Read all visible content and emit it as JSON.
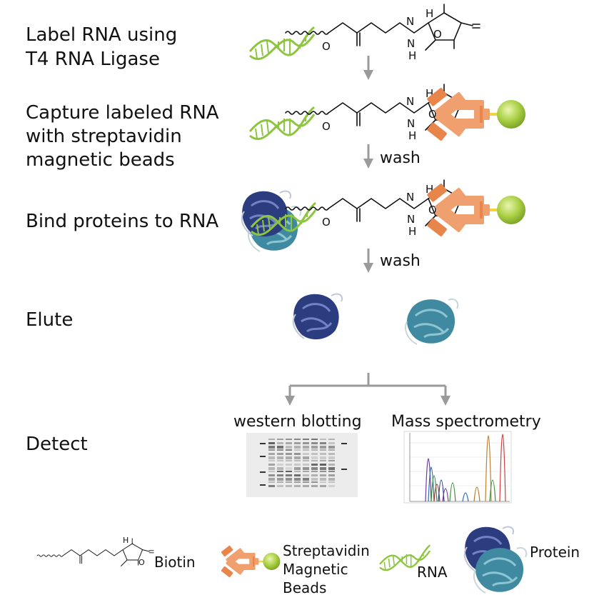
{
  "steps": [
    {
      "label_line1": "Label RNA using",
      "label_line2": "T4 RNA Ligase"
    },
    {
      "label_line1": "Capture labeled RNA",
      "label_line2": "with streptavidin",
      "label_line3": "magnetic beads"
    },
    {
      "label_line1": "Bind proteins to RNA"
    },
    {
      "label_line1": "Elute"
    },
    {
      "label_line1": "Detect"
    }
  ],
  "arrow_labels": {
    "wash_1": "wash",
    "wash_2": "wash"
  },
  "detect": {
    "western_title": "western blotting",
    "mass_title": "Mass spectrometry"
  },
  "legend": {
    "biotin": "Biotin",
    "beads_line1": "Streptavidin",
    "beads_line2": "Magnetic",
    "beads_line3": "Beads",
    "rna": "RNA",
    "protein": "Protein"
  },
  "atoms": {
    "n": "N",
    "h": "H",
    "o": "O"
  },
  "colors": {
    "rna_green": "#8cc63f",
    "antibody_orange": "#f0a06e",
    "antibody_dark": "#e8854a",
    "linker_yellow": "#f5d33b",
    "bead_green": "#9bc23c",
    "protein_navy": "#2b3d7f",
    "protein_teal": "#3f8aa0",
    "arrow_gray": "#9a9a9a"
  }
}
